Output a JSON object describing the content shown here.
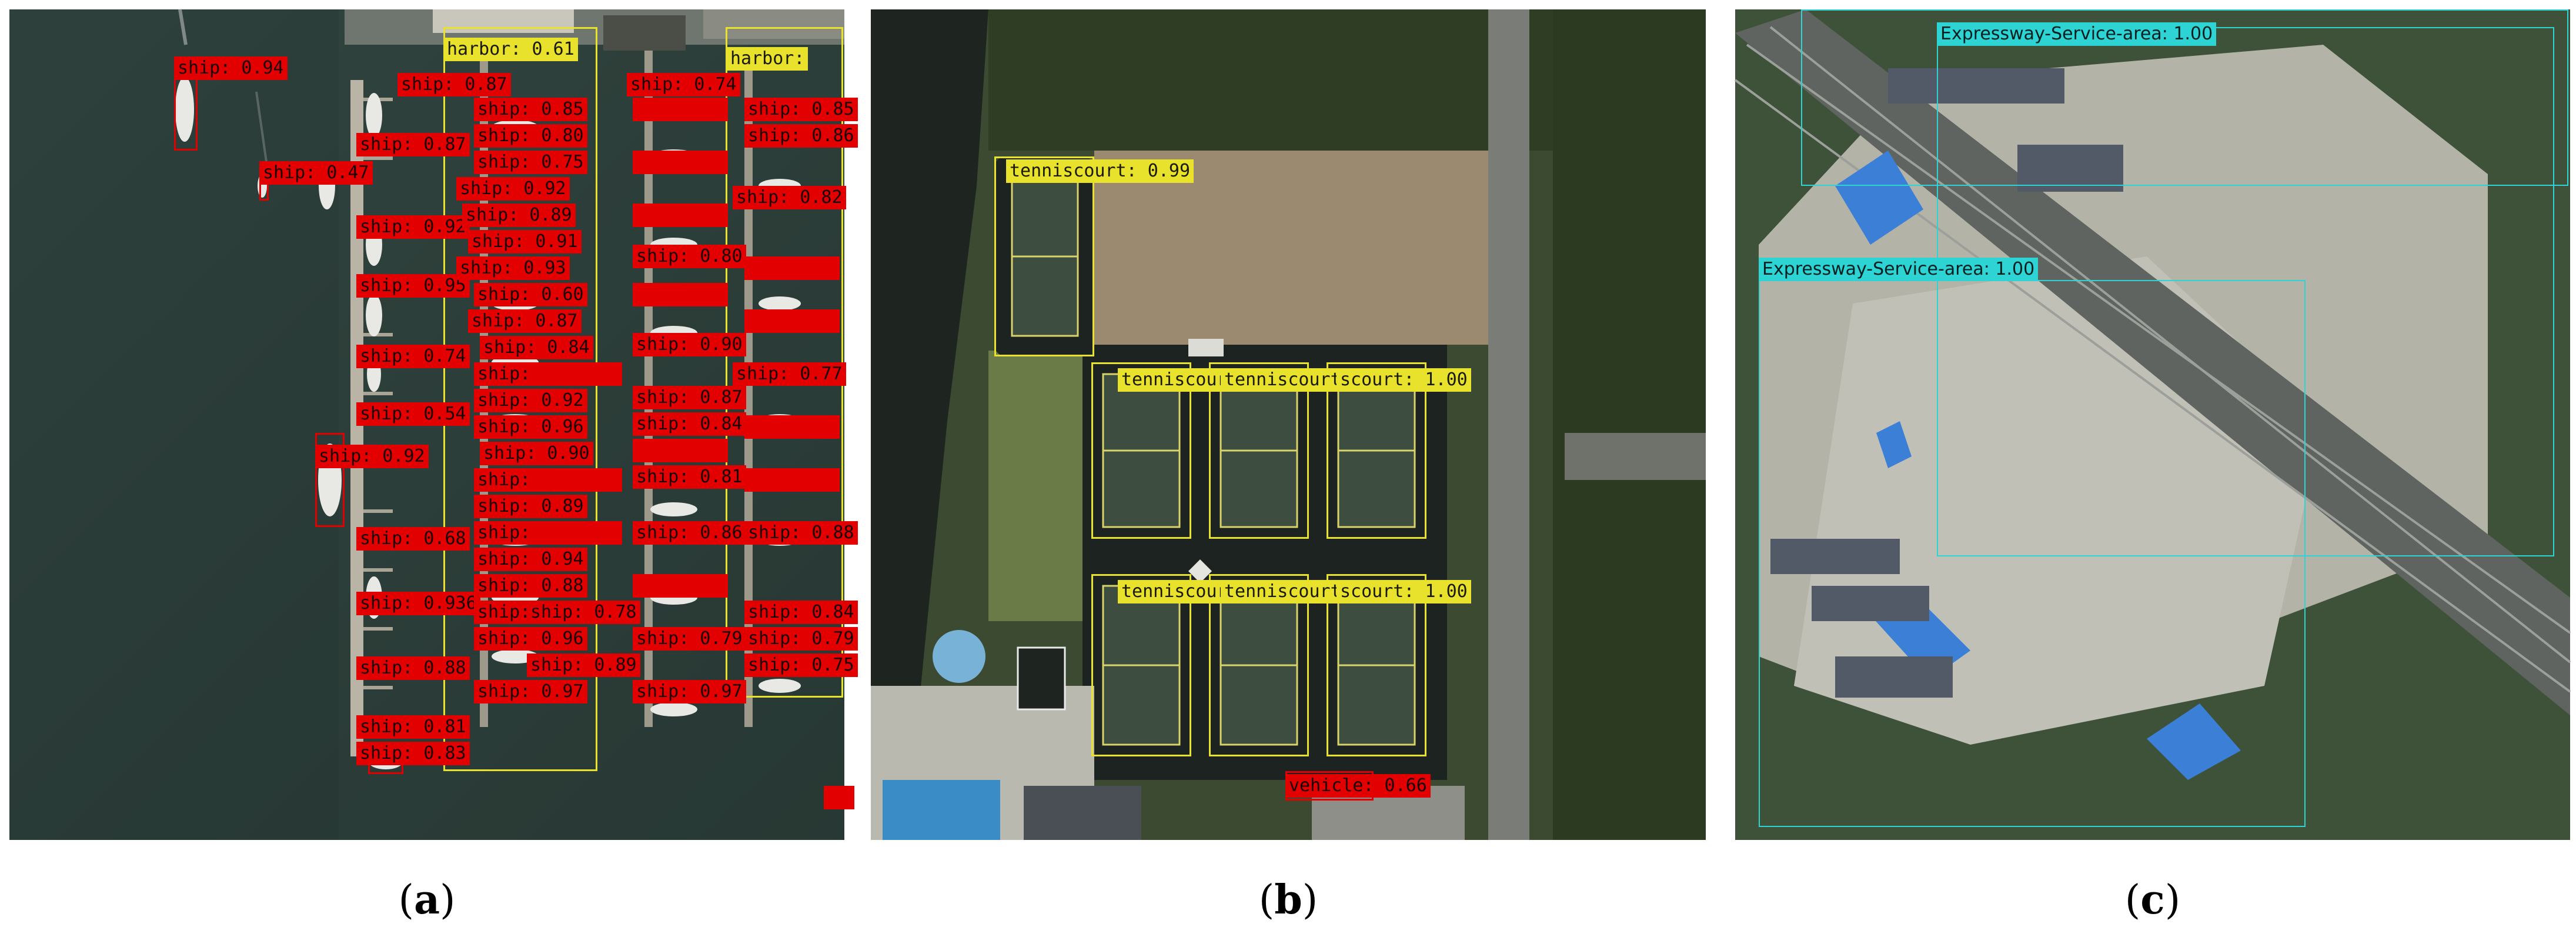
{
  "panels": {
    "a": {
      "caption_open": "(",
      "caption_letter": "a",
      "caption_close": ")",
      "colors": {
        "ship": "#e30000",
        "harbor": "#e9e22c"
      },
      "harbor_labels": [
        "harbor: 0.61",
        "harbor:"
      ],
      "ship_labels": [
        "ship: 0.94",
        "ship: 0.87",
        "ship: 0.74",
        "ship: 0.87",
        "ship: 0.47",
        "ship: 0.92",
        "ship: 0.95",
        "ship: 0.74",
        "ship: 0.54",
        "ship: 0.92",
        "ship: 0.68",
        "ship: 0.936",
        "ship: 0.88",
        "ship: 0.81",
        "ship: 0.83",
        "ship: 0.85",
        "ship: 0.80",
        "ship: 0.75",
        "ship: 0.92",
        "ship: 0.89",
        "ship: 0.91",
        "ship: 0.93",
        "ship: 0.60",
        "ship: 0.87",
        "ship: 0.84",
        "ship: 0.79",
        "ship: 0.92",
        "ship: 0.96",
        "ship: 0.90",
        "ship: 0.96",
        "ship: 0.89",
        "ship: 0.88",
        "ship: 0.94",
        "ship: 0.88",
        "ship: 0.91",
        "ship: 0.96",
        "ship: 0.97",
        "ship: 0.78",
        "ship: 0.89",
        "ship: 0.97",
        "ship: 0.79",
        "ship: 0.80",
        "ship: 0.86",
        "ship: 0.90",
        "ship: 0.87",
        "ship: 0.84",
        "ship: 0.81",
        "ship: 0.77",
        "ship: 0.82",
        "ship: 0.85",
        "ship: 0.86",
        "ship: 0.79",
        "ship: 0.88",
        "ship: 0.84",
        "ship: 0.75"
      ]
    },
    "b": {
      "caption_open": "(",
      "caption_letter": "b",
      "caption_close": ")",
      "colors": {
        "tenniscourt": "#e9e22c",
        "vehicle": "#e30000"
      },
      "labels": {
        "tc1": "tenniscourt: 0.99",
        "tc2": "tenniscourt",
        "tc3": "tenniscourt: 1.00",
        "tc4": "scourt: 1.00",
        "tc5": "tenniscourt",
        "tc6": "tenniscourt: 1.00",
        "tc7": "scourt: 1.00",
        "vehicle": "vehicle: 0.66"
      }
    },
    "c": {
      "caption_open": "(",
      "caption_letter": "c",
      "caption_close": ")",
      "colors": {
        "service_area": "#2ed3d3"
      },
      "labels": {
        "sa1": "Expressway-Service-area: 1.00",
        "sa2": "Expressway-Service-area: 1.00"
      }
    }
  }
}
